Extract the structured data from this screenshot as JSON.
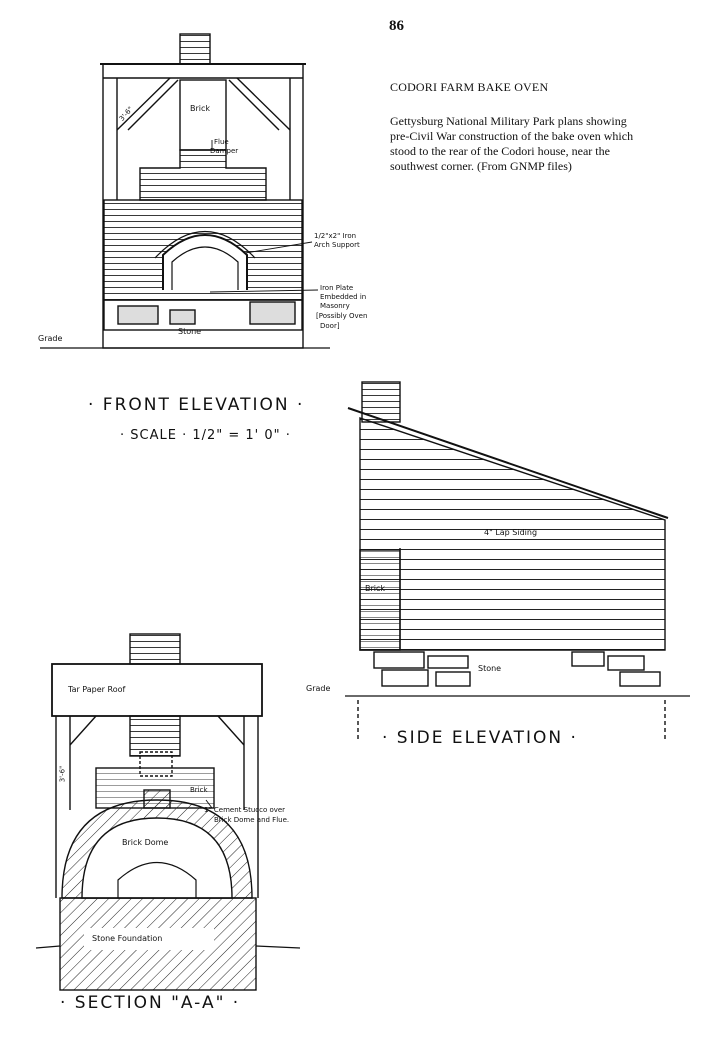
{
  "page_number": "86",
  "caption": {
    "title": "CODORI FARM BAKE OVEN",
    "description": "Gettysburg National Military Park plans showing pre-Civil War construction of the bake oven which stood to the rear of the Codori house, near the southwest corner. (From GNMP files)"
  },
  "front_elevation": {
    "title": "· FRONT ELEVATION ·",
    "scale": "· SCALE · 1/2\" = 1' 0\" ·",
    "labels": {
      "brick": "Brick",
      "flue_damper_1": "Flue",
      "flue_damper_2": "Damper",
      "iron_arch_1": "1/2\"x2\" Iron",
      "iron_arch_2": "Arch Support",
      "iron_plate_1": "Iron Plate",
      "iron_plate_2": "Embedded in",
      "iron_plate_3": "Masonry",
      "iron_plate_4": "[Possibly Oven",
      "iron_plate_5": "Door]",
      "stone": "Stone",
      "grade": "Grade",
      "dim": "3'-6\""
    }
  },
  "side_elevation": {
    "title": "· SIDE ELEVATION ·",
    "labels": {
      "lap_siding": "4\" Lap Siding",
      "brick": "Brick",
      "stone": "Stone",
      "grade": "Grade"
    }
  },
  "section": {
    "title": "· SECTION \"A-A\" ·",
    "labels": {
      "roof": "Tar Paper Roof",
      "brick": "Brick",
      "stucco_1": "1\" Cement Stucco over",
      "stucco_2": "Brick Dome and Flue.",
      "brick_dome": "Brick Dome",
      "foundation": "Stone Foundation",
      "dim": "3'-6\""
    }
  }
}
